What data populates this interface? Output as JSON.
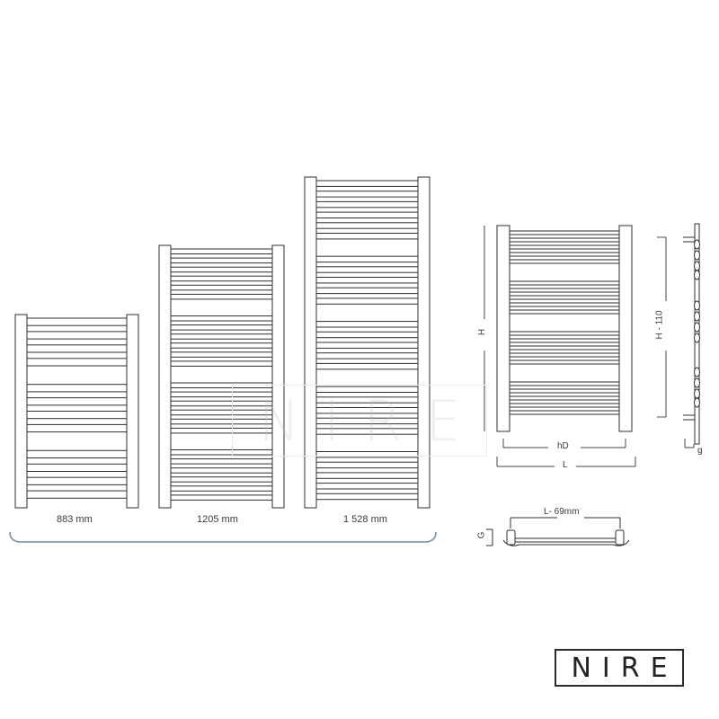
{
  "radiators": [
    {
      "height_label": "883 mm",
      "rail_groups": [
        4,
        4,
        4
      ]
    },
    {
      "height_label": "1205 mm",
      "rail_groups": [
        6,
        6,
        6,
        6
      ]
    },
    {
      "height_label": "1 528 mm",
      "rail_groups": [
        6,
        5,
        5,
        5,
        5
      ]
    }
  ],
  "front_view": {
    "height_label": "H",
    "inner_width_label": "hD",
    "width_label": "L"
  },
  "side_view": {
    "height_label": "H - 110",
    "depth_label": "g"
  },
  "top_view": {
    "width_label": "L- 69mm",
    "depth_label": "G"
  },
  "watermark_text": "NIRE",
  "logo_text": "NIRE",
  "colors": {
    "line": "#2f2f2f",
    "bracket": "#6f8e9e"
  }
}
